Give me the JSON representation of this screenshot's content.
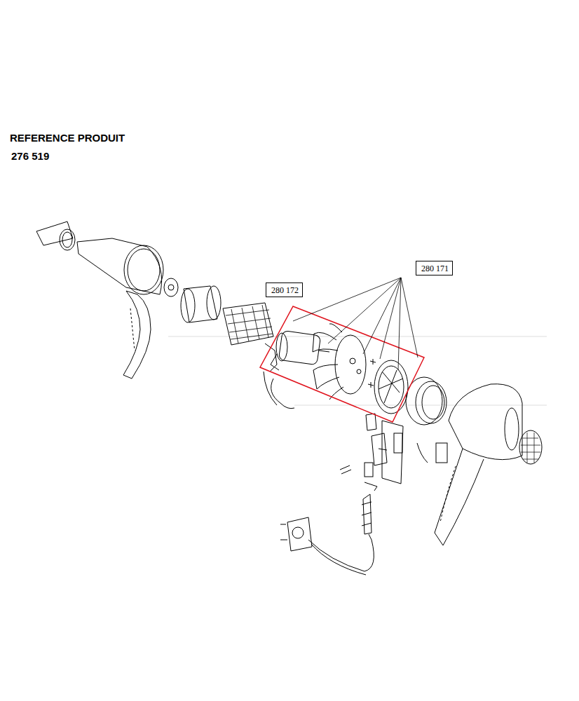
{
  "diagram": {
    "title": "REFERENCE PRODUIT",
    "nodes": [
      {
        "text": [
          "280 171"
        ]
      },
      {
        "text": [
          "280 172"
        ]
      }
    ],
    "labels": [
      "276 519"
    ]
  }
}
